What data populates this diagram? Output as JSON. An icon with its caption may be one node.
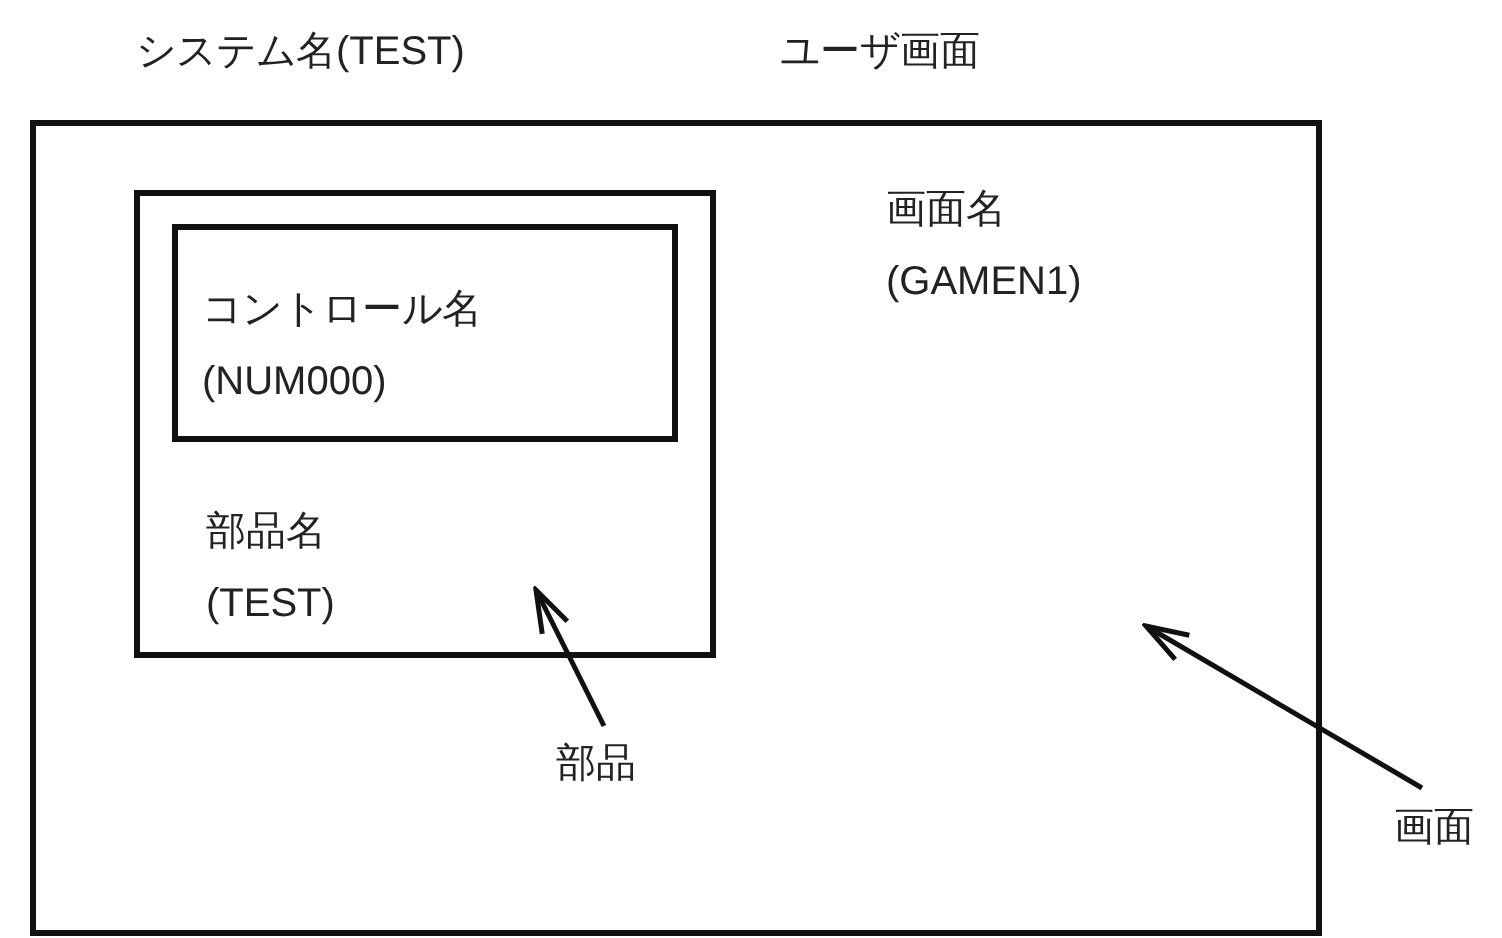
{
  "diagram": {
    "nodes": [
      {
        "text": [
          "画面名 (GAMEN1)"
        ]
      },
      {
        "text": [
          "部品名 (TEST)"
        ],
        "in": 0
      },
      {
        "text": [
          "コントロール名 (NUM000)"
        ],
        "in": 1
      },
      {
        "text": [
          "部品"
        ],
        "in": 0
      },
      {
        "text": [
          "画面"
        ]
      }
    ],
    "edges": [
      {
        "from": 3,
        "to": 1,
        "arrow": "to"
      },
      {
        "from": 4,
        "to": 0,
        "arrow": "to"
      }
    ],
    "labels": [
      "システム名(TEST)",
      "ユーザ画面"
    ]
  }
}
